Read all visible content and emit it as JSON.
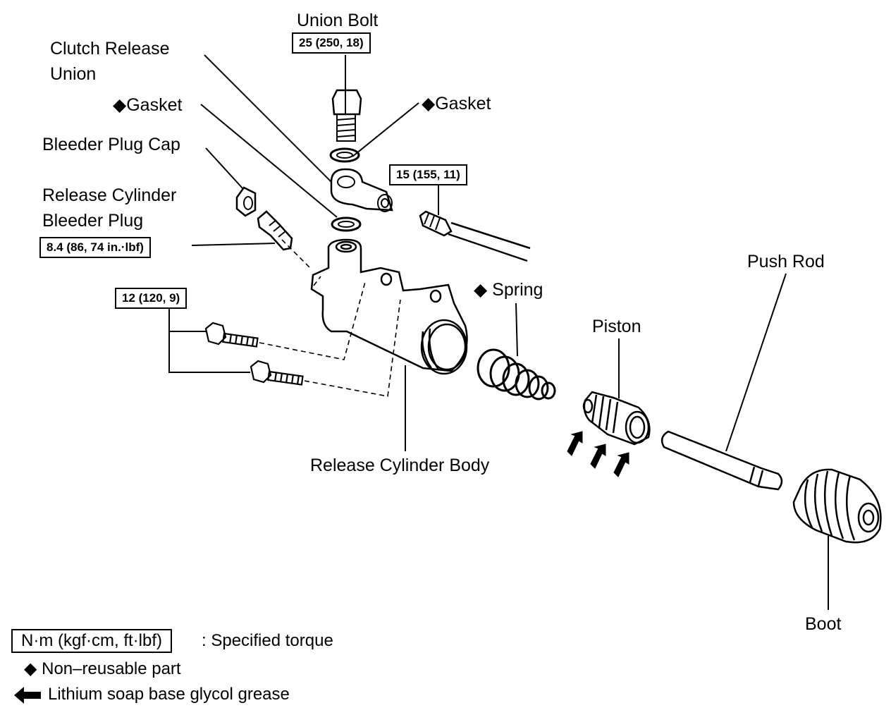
{
  "labels": {
    "union_bolt": "Union Bolt",
    "clutch_release_union_1": "Clutch Release",
    "clutch_release_union_2": "Union",
    "gasket_left": "◆Gasket",
    "gasket_right": "◆Gasket",
    "bleeder_plug_cap": "Bleeder Plug Cap",
    "release_cylinder_bleeder_plug_1": "Release Cylinder",
    "release_cylinder_bleeder_plug_2": "Bleeder Plug",
    "spring": "◆ Spring",
    "piston": "Piston",
    "push_rod": "Push Rod",
    "release_cylinder_body": "Release Cylinder Body",
    "boot": "Boot"
  },
  "torques": {
    "union_bolt": "25 (250, 18)",
    "line_fitting": "15 (155, 11)",
    "bleeder_plug": "8.4 (86, 74 in.·lbf)",
    "mount_bolts": "12 (120, 9)"
  },
  "legend": {
    "torque_unit": "N·m (kgf·cm, ft·lbf)",
    "torque_desc": ": Specified torque",
    "non_reusable": "◆ Non–reusable part",
    "grease": "Lithium soap base glycol grease"
  }
}
